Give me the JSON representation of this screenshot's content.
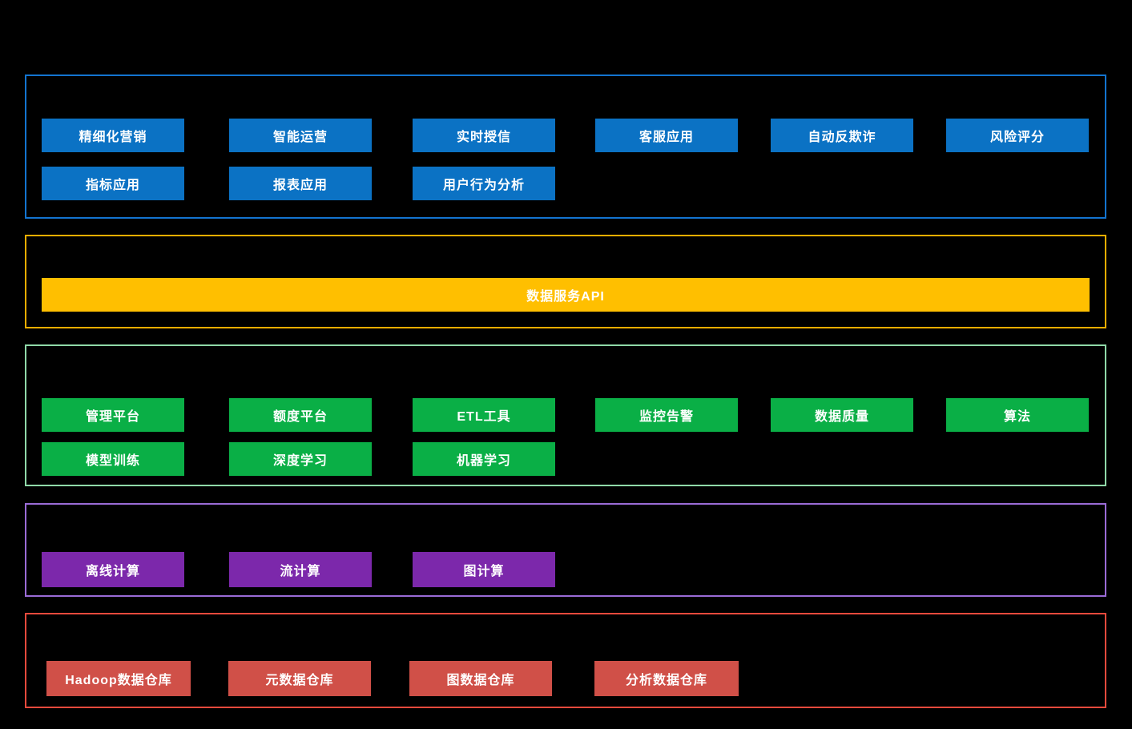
{
  "canvas": {
    "background_color": "#000000",
    "text_color": "#ffffff"
  },
  "layers": [
    {
      "name": "application-layer",
      "border_color": "#1374d0",
      "block_color": "#0b72c4",
      "blocks": [
        "精细化营销",
        "智能运营",
        "实时授信",
        "客服应用",
        "自动反欺诈",
        "风险评分",
        "指标应用",
        "报表应用",
        "用户行为分析"
      ]
    },
    {
      "name": "data-service-api-layer",
      "border_color": "#f5ad00",
      "block_color": "#ffbf00",
      "blocks": [
        "数据服务API"
      ]
    },
    {
      "name": "platform-tools-layer",
      "border_color": "#8fd9a8",
      "block_color": "#0aaf46",
      "blocks": [
        "管理平台",
        "额度平台",
        "ETL工具",
        "监控告警",
        "数据质量",
        "算法",
        "模型训练",
        "深度学习",
        "机器学习"
      ]
    },
    {
      "name": "computing-layer",
      "border_color": "#9a6bd6",
      "block_color": "#7c28ab",
      "blocks": [
        "离线计算",
        "流计算",
        "图计算"
      ]
    },
    {
      "name": "storage-layer",
      "border_color": "#e74a3c",
      "block_color": "#d05048",
      "blocks": [
        "Hadoop数据仓库",
        "元数据仓库",
        "图数据仓库",
        "分析数据仓库"
      ]
    }
  ]
}
